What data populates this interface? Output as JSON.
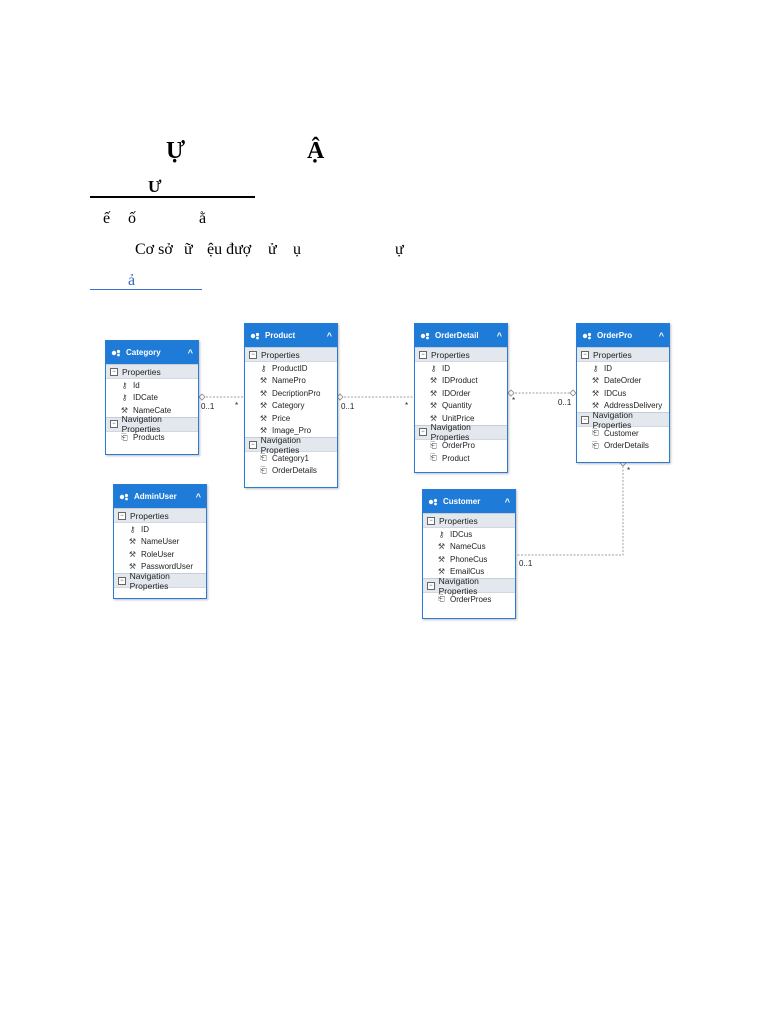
{
  "document": {
    "heading": {
      "char1": "Ự",
      "char2": "Ậ"
    },
    "section": {
      "char": "Ư"
    },
    "line1": {
      "part1": "ế",
      "part2": "ố",
      "part3": "ằ"
    },
    "line2": {
      "part1": "Cơ sở",
      "part2": "ữ",
      "part3": "ệu đượ",
      "part4": "ử",
      "part5": "ụ",
      "part6": "ự"
    },
    "link": {
      "text": "ả"
    }
  },
  "diagram": {
    "colors": {
      "header": "#1f7bd8",
      "border": "#2a7ad6",
      "section": "#e3e8ee",
      "connector": "#9aa0a6"
    },
    "entities": [
      {
        "id": "category",
        "title": "Category",
        "collapse": "^",
        "properties_label": "Properties",
        "properties": [
          {
            "name": "Id",
            "icon": "key-icon"
          },
          {
            "name": "IDCate",
            "icon": "key-icon"
          },
          {
            "name": "NameCate",
            "icon": "wrench-icon"
          }
        ],
        "nav_label": "Navigation Properties",
        "nav": [
          "Products"
        ]
      },
      {
        "id": "product",
        "title": "Product",
        "collapse": "^",
        "properties_label": "Properties",
        "properties": [
          {
            "name": "ProductID",
            "icon": "key-icon"
          },
          {
            "name": "NamePro",
            "icon": "wrench-icon"
          },
          {
            "name": "DecriptionPro",
            "icon": "wrench-icon"
          },
          {
            "name": "Category",
            "icon": "wrench-icon"
          },
          {
            "name": "Price",
            "icon": "wrench-icon"
          },
          {
            "name": "Image_Pro",
            "icon": "wrench-icon"
          }
        ],
        "nav_label": "Navigation Properties",
        "nav": [
          "Category1",
          "OrderDetails"
        ]
      },
      {
        "id": "orderdetail",
        "title": "OrderDetail",
        "collapse": "^",
        "properties_label": "Properties",
        "properties": [
          {
            "name": "ID",
            "icon": "key-icon"
          },
          {
            "name": "IDProduct",
            "icon": "wrench-icon"
          },
          {
            "name": "IDOrder",
            "icon": "wrench-icon"
          },
          {
            "name": "Quantity",
            "icon": "wrench-icon"
          },
          {
            "name": "UnitPrice",
            "icon": "wrench-icon"
          }
        ],
        "nav_label": "Navigation Properties",
        "nav": [
          "OrderPro",
          "Product"
        ]
      },
      {
        "id": "orderpro",
        "title": "OrderPro",
        "collapse": "^",
        "properties_label": "Properties",
        "properties": [
          {
            "name": "ID",
            "icon": "key-icon"
          },
          {
            "name": "DateOrder",
            "icon": "wrench-icon"
          },
          {
            "name": "IDCus",
            "icon": "wrench-icon"
          },
          {
            "name": "AddressDelivery",
            "icon": "wrench-icon"
          }
        ],
        "nav_label": "Navigation Properties",
        "nav": [
          "Customer",
          "OrderDetails"
        ]
      },
      {
        "id": "adminuser",
        "title": "AdminUser",
        "collapse": "^",
        "properties_label": "Properties",
        "properties": [
          {
            "name": "ID",
            "icon": "key-icon"
          },
          {
            "name": "NameUser",
            "icon": "wrench-icon"
          },
          {
            "name": "RoleUser",
            "icon": "wrench-icon"
          },
          {
            "name": "PasswordUser",
            "icon": "wrench-icon"
          }
        ],
        "nav_label": "Navigation Properties",
        "nav": []
      },
      {
        "id": "customer",
        "title": "Customer",
        "collapse": "^",
        "properties_label": "Properties",
        "properties": [
          {
            "name": "IDCus",
            "icon": "key-icon"
          },
          {
            "name": "NameCus",
            "icon": "wrench-icon"
          },
          {
            "name": "PhoneCus",
            "icon": "wrench-icon"
          },
          {
            "name": "EmailCus",
            "icon": "wrench-icon"
          }
        ],
        "nav_label": "Navigation Properties",
        "nav": [
          "OrderProes"
        ]
      }
    ],
    "multiplicities": {
      "cat_prod_left": "0..1",
      "cat_prod_right": "*",
      "prod_od_left": "0..1",
      "prod_od_right": "*",
      "od_op_left": "*",
      "od_op_right": "0..1",
      "op_cus_top": "*",
      "op_cus_bottom": "0..1"
    }
  }
}
